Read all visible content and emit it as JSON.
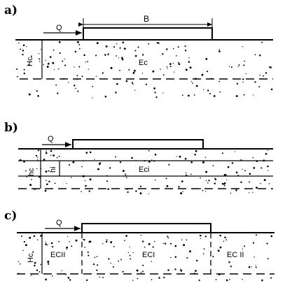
{
  "colors": {
    "ink": "#000000",
    "paper": "#ffffff"
  },
  "panels": [
    {
      "label": "a)",
      "force": "Q",
      "width_label": "B",
      "depth_label": "Hc",
      "modulus_label": "Ec"
    },
    {
      "label": "b)",
      "force": "Q",
      "depth_label": "hc",
      "layer_label": "hi",
      "modulus_label": "Eci"
    },
    {
      "label": "c)",
      "force": "Q",
      "depth_label": "Hc",
      "modulus_left": "ECII",
      "modulus_center": "ECI",
      "modulus_right": "EC II"
    }
  ]
}
